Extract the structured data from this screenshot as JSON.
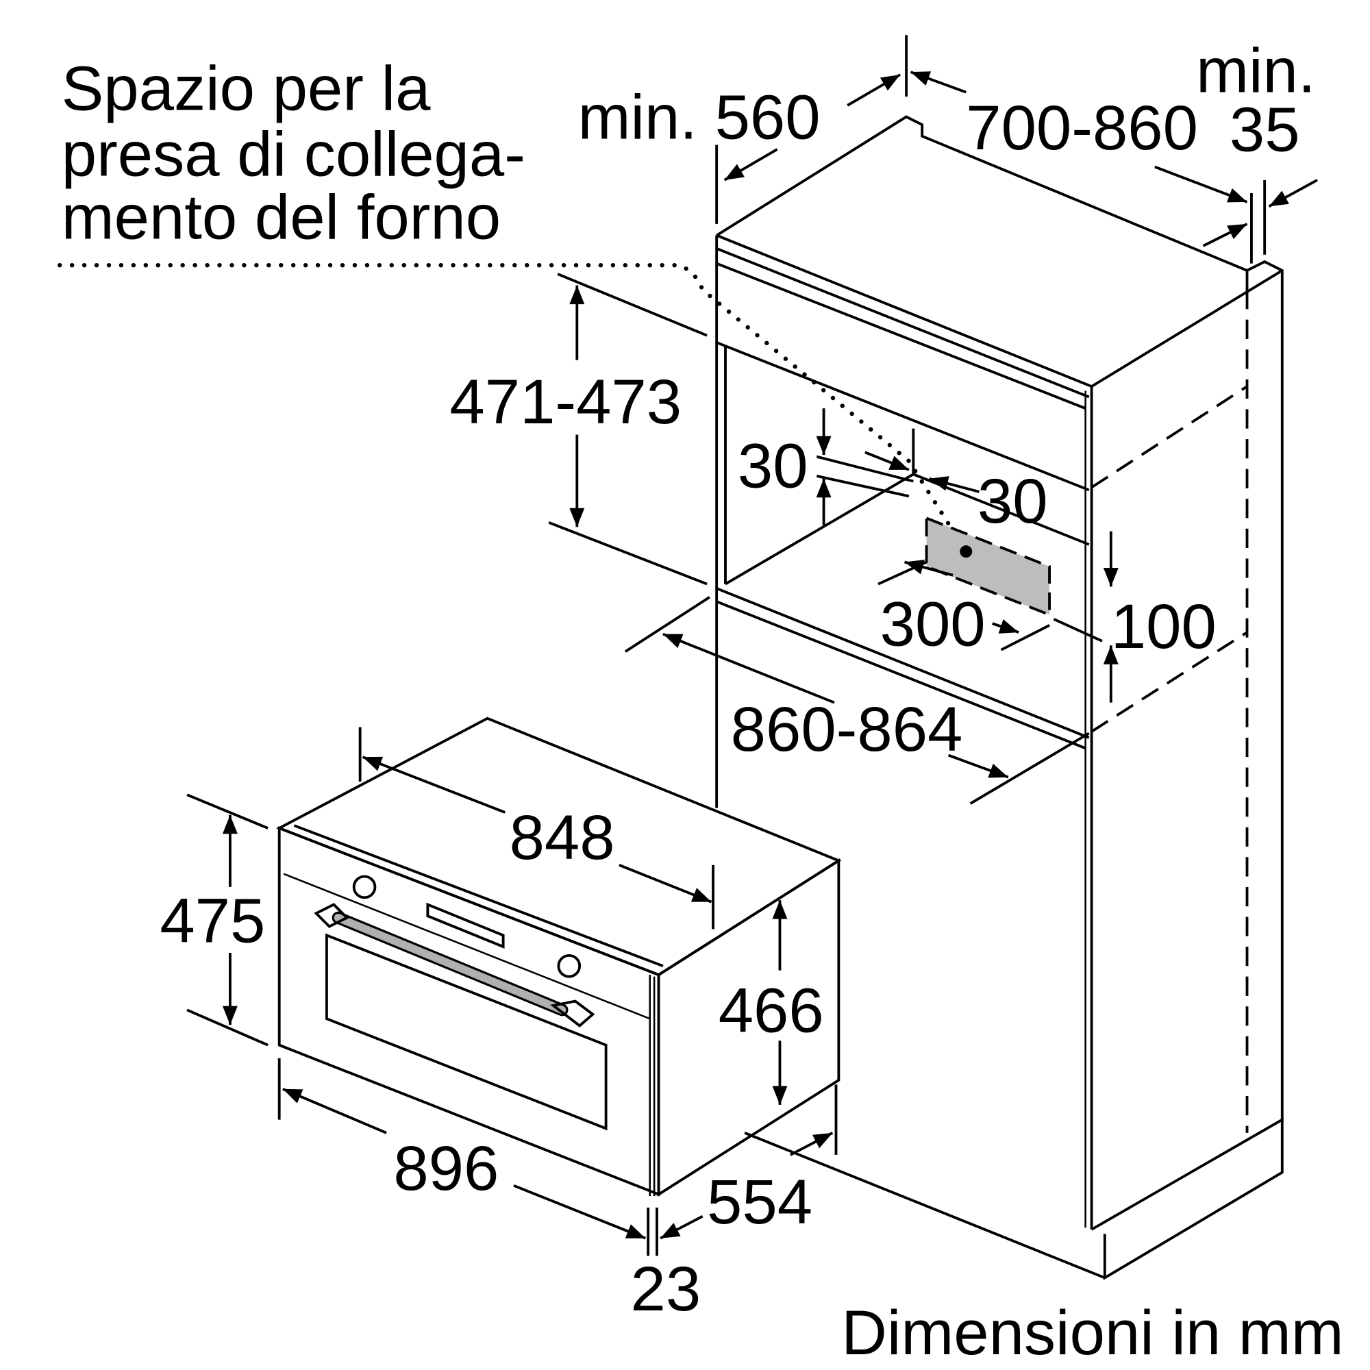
{
  "note": {
    "lines": [
      "Spazio per la",
      "presa di collega-",
      "mento del forno"
    ]
  },
  "dimensions": {
    "niche_depth": "min. 560",
    "cabinet_height": "700-860",
    "rear_gap_label": "min.",
    "rear_gap_value": "35",
    "niche_height": "471-473",
    "socket_top_offset": "30",
    "socket_side_offset": "30",
    "socket_width": "300",
    "socket_height": "100",
    "niche_width": "860-864",
    "oven_body_width": "848",
    "oven_front_height": "475",
    "oven_body_height": "466",
    "oven_front_width": "896",
    "oven_depth": "554",
    "front_panel_thickness": "23"
  },
  "footer": {
    "units": "Dimensioni in mm"
  },
  "colors": {
    "socket_area": "#bdbdbd",
    "handle": "#b0b0b0"
  }
}
